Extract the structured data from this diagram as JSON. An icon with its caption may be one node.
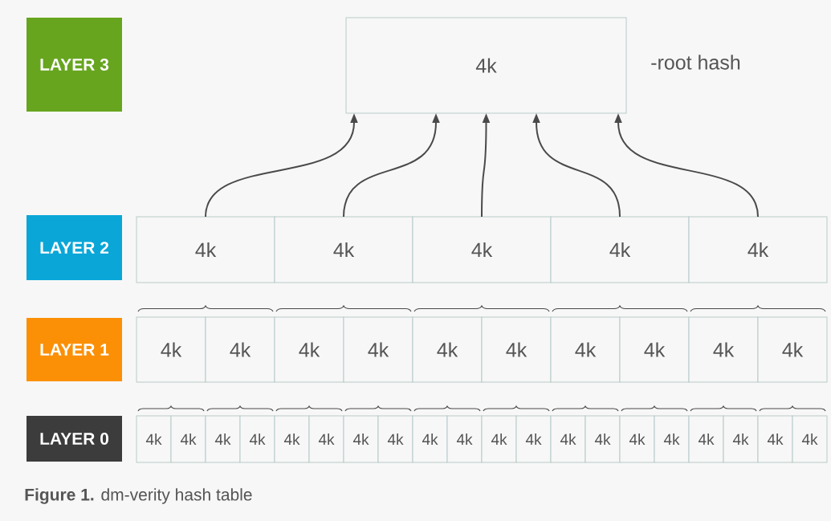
{
  "diagram": {
    "caption": "**Figure 1.** dm-verity hash table",
    "nodes": [
      {
        "text": [
          "LAYER 3"
        ]
      },
      {
        "text": [
          "4k"
        ],
        "beside": [
          "-root hash"
        ]
      },
      {
        "text": [
          "LAYER 2"
        ]
      },
      {
        "text": [
          "4k"
        ]
      },
      {
        "text": [
          "4k"
        ]
      },
      {
        "text": [
          "4k"
        ]
      },
      {
        "text": [
          "4k"
        ]
      },
      {
        "text": [
          "4k"
        ]
      },
      {
        "text": [
          "LAYER 1"
        ]
      },
      {
        "text": [
          "4k"
        ]
      },
      {
        "text": [
          "4k"
        ]
      },
      {
        "text": [
          "4k"
        ]
      },
      {
        "text": [
          "4k"
        ]
      },
      {
        "text": [
          "4k"
        ]
      },
      {
        "text": [
          "4k"
        ]
      },
      {
        "text": [
          "4k"
        ]
      },
      {
        "text": [
          "4k"
        ]
      },
      {
        "text": [
          "4k"
        ]
      },
      {
        "text": [
          "4k"
        ]
      },
      {
        "text": [
          "LAYER 0"
        ]
      },
      {
        "text": [
          "4k"
        ]
      },
      {
        "text": [
          "4k"
        ]
      },
      {
        "text": [
          "4k"
        ]
      },
      {
        "text": [
          "4k"
        ]
      },
      {
        "text": [
          "4k"
        ]
      },
      {
        "text": [
          "4k"
        ]
      },
      {
        "text": [
          "4k"
        ]
      },
      {
        "text": [
          "4k"
        ]
      },
      {
        "text": [
          "4k"
        ]
      },
      {
        "text": [
          "4k"
        ]
      },
      {
        "text": [
          "4k"
        ]
      },
      {
        "text": [
          "4k"
        ]
      },
      {
        "text": [
          "4k"
        ]
      },
      {
        "text": [
          "4k"
        ]
      },
      {
        "text": [
          "4k"
        ]
      },
      {
        "text": [
          "4k"
        ]
      },
      {
        "text": [
          "4k"
        ]
      },
      {
        "text": [
          "4k"
        ]
      },
      {
        "text": [
          "4k"
        ]
      },
      {
        "text": [
          "4k"
        ]
      }
    ],
    "edges": [
      {
        "from": 3,
        "to": 1,
        "arrow": "to"
      },
      {
        "from": 4,
        "to": 1,
        "arrow": "to"
      },
      {
        "from": 5,
        "to": 1,
        "arrow": "to"
      },
      {
        "from": 6,
        "to": 1,
        "arrow": "to"
      },
      {
        "from": 7,
        "to": 1,
        "arrow": "to"
      }
    ]
  }
}
